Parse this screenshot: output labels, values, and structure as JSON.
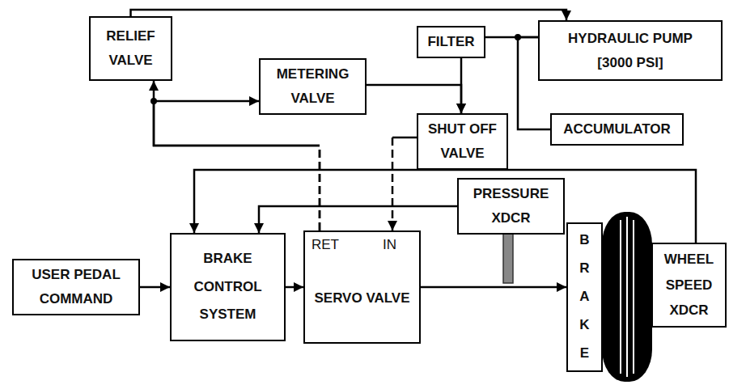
{
  "diagram": {
    "nodes": [
      {
        "text": [
          "RELIEF VALVE"
        ]
      },
      {
        "text": [
          "FILTER"
        ]
      },
      {
        "text": [
          "HYDRAULIC PUMP [3000 PSI]"
        ]
      },
      {
        "text": [
          "METERING VALVE"
        ]
      },
      {
        "text": [
          "SHUT OFF VALVE"
        ]
      },
      {
        "text": [
          "ACCUMULATOR"
        ]
      },
      {
        "text": [
          "PRESSURE XDCR"
        ]
      },
      {
        "text": [
          "USER PEDAL COMMAND"
        ]
      },
      {
        "text": [
          "BRAKE CONTROL SYSTEM"
        ]
      },
      {
        "text": [
          "RET",
          "IN",
          "SERVO VALVE"
        ]
      },
      {
        "text": [
          "BRAKE"
        ]
      },
      {
        "text": [
          "WHEEL SPEED XDCR"
        ]
      }
    ],
    "edges": [
      {
        "from": 0,
        "to": 2,
        "arrow": "to"
      },
      {
        "from": 2,
        "to": 1,
        "arrow": "none"
      },
      {
        "from": 2,
        "to": 5,
        "arrow": "none"
      },
      {
        "from": 1,
        "to": 4,
        "arrow": "to"
      },
      {
        "from": 3,
        "to": 4,
        "arrow": "to"
      },
      {
        "from": 9,
        "to": 0,
        "arrow": "to"
      },
      {
        "from": 9,
        "to": 3,
        "arrow": "to"
      },
      {
        "from": 4,
        "to": 9,
        "arrow": "to"
      },
      {
        "from": 7,
        "to": 8,
        "arrow": "to"
      },
      {
        "from": 8,
        "to": 9,
        "arrow": "to"
      },
      {
        "from": 9,
        "to": 10,
        "arrow": "to"
      },
      {
        "from": 6,
        "to": 8,
        "arrow": "to"
      },
      {
        "from": 11,
        "to": 8,
        "arrow": "to"
      }
    ]
  }
}
